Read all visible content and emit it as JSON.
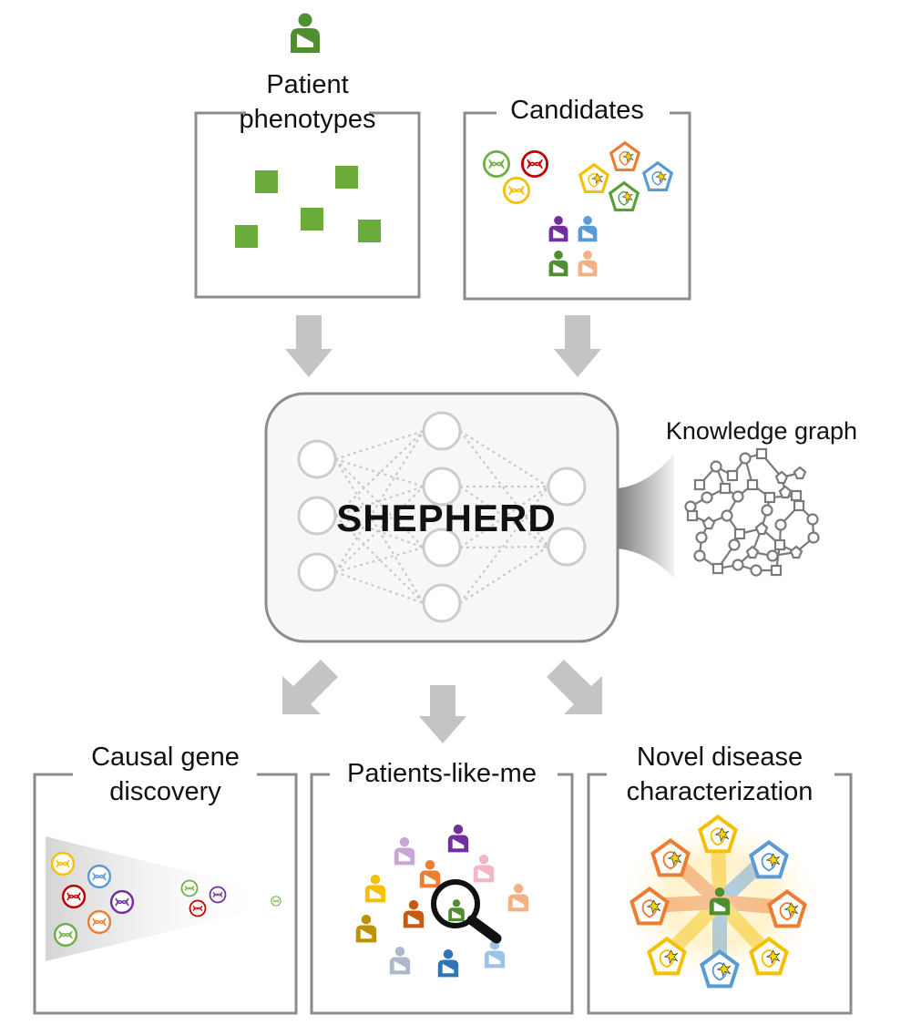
{
  "phenotypes": {
    "line1": "Patient",
    "line2": "phenotypes"
  },
  "candidates": {
    "title": "Candidates"
  },
  "model": {
    "name": "SHEPHERD"
  },
  "knowledge_graph": {
    "title": "Knowledge graph"
  },
  "outputs": {
    "causal": {
      "line1": "Causal gene",
      "line2": "discovery"
    },
    "patients": {
      "title": "Patients-like-me"
    },
    "novel": {
      "line1": "Novel disease",
      "line2": "characterization"
    }
  },
  "colors": {
    "frame": "#8c8c8c",
    "arrow": "#c4c4c4",
    "phenotype_green": "#6aab3c",
    "node": "#cccccc",
    "graph": "#7a7a7a",
    "red": "#c00000",
    "orange": "#ed7d31",
    "yellow": "#f5c000",
    "blue": "#5b9bd5",
    "green": "#5a9e3a",
    "purple": "#7030a0"
  },
  "icons": {
    "patient": "patient-with-sling-icon",
    "gene": "dna-gene-icon",
    "disease": "organ-disease-pentagon-icon",
    "search": "magnifier-icon"
  }
}
